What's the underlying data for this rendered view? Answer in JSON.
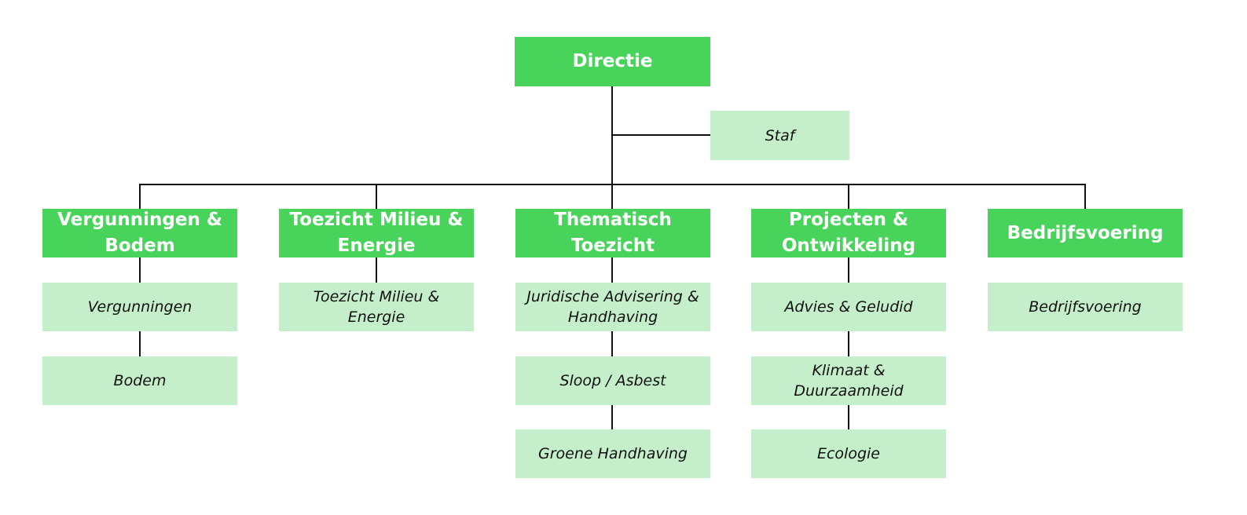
{
  "colors": {
    "primary_box": "#48d35b",
    "secondary_box": "#c4efca",
    "connector": "#111111"
  },
  "director": {
    "label": "Directie"
  },
  "staff": {
    "label": "Staf"
  },
  "departments": [
    {
      "label": "Vergunningen & Bodem",
      "units": [
        "Vergunningen",
        "Bodem"
      ]
    },
    {
      "label": "Toezicht Milieu & Energie",
      "units": [
        "Toezicht Milieu & Energie"
      ]
    },
    {
      "label": "Thematisch Toezicht",
      "units": [
        "Juridische Advisering & Handhaving",
        "Sloop / Asbest",
        "Groene Handhaving"
      ]
    },
    {
      "label": "Projecten & Ontwikkeling",
      "units": [
        "Advies & Geludid",
        "Klimaat & Duurzaamheid",
        "Ecologie"
      ]
    },
    {
      "label": "Bedrijfsvoering",
      "units": [
        "Bedrijfsvoering"
      ]
    }
  ]
}
